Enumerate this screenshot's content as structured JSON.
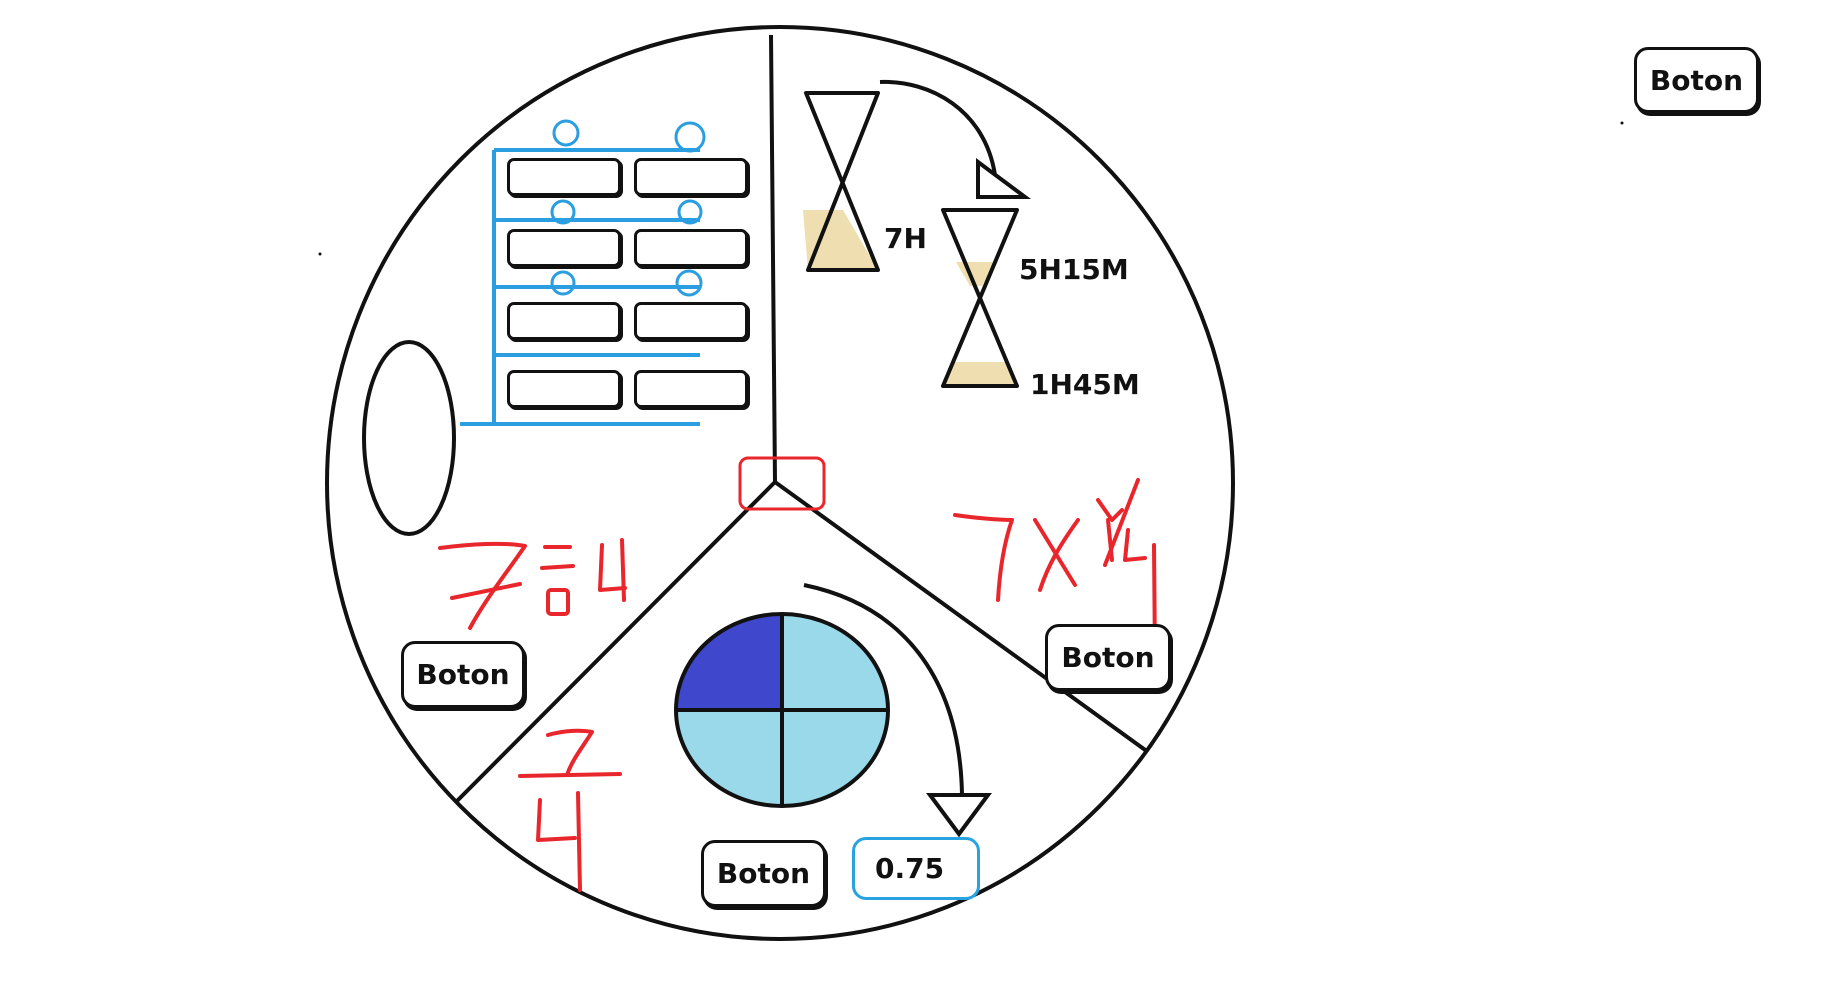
{
  "buttons": {
    "top_right": "Boton",
    "left_sector": "Boton",
    "right_sector": "Boton",
    "bottom_sector": "Boton"
  },
  "hourglasses": {
    "full_label": "7H",
    "top_part_label": "5H15M",
    "bottom_part_label": "1H45M"
  },
  "handwritten": {
    "left_expression": "7÷4",
    "right_expression": "7×¼",
    "bottom_fraction_numerator": "7",
    "bottom_fraction_denominator": "4"
  },
  "fraction_circle": {
    "parts_total": 4,
    "parts_shaded": 3
  },
  "result": {
    "value": "0.75"
  },
  "colors": {
    "ink": "#111111",
    "handwriting_red": "#e8262b",
    "shelf_blue": "#2a9ee0",
    "sand": "#efdfb0",
    "pie_dark": "#3f48cc",
    "pie_light": "#99d9ea",
    "result_border": "#29a3e0",
    "center_marker": "#e8262b"
  },
  "icons": {
    "arrow_top": "curved-arrow-icon",
    "arrow_bottom": "curved-arrow-down-icon",
    "hourglass": "hourglass-icon"
  }
}
